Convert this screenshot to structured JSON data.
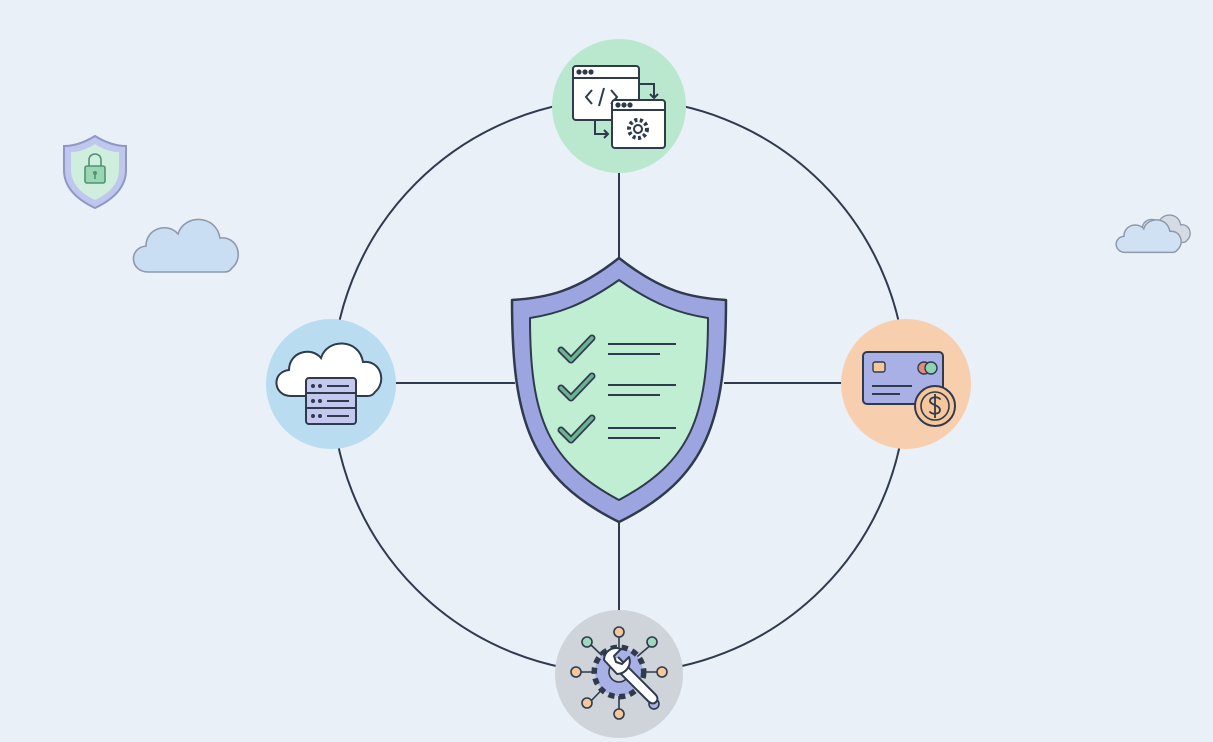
{
  "diagram": {
    "hub": {
      "icon": "shield-checklist-icon",
      "checklist_items": 3
    },
    "nodes": [
      {
        "id": "top",
        "icon": "code-deploy-icon",
        "color": "#b9e8cf"
      },
      {
        "id": "left",
        "icon": "cloud-server-icon",
        "color": "#b9dcf0"
      },
      {
        "id": "right",
        "icon": "payment-card-icon",
        "color": "#f8cfae"
      },
      {
        "id": "bottom",
        "icon": "gear-network-icon",
        "color": "#cfd3da"
      }
    ],
    "decorations": [
      {
        "icon": "lock-shield-icon"
      },
      {
        "icon": "cloud-icon"
      },
      {
        "icon": "cloud-pair-icon"
      }
    ]
  },
  "colors": {
    "background": "#e9f0f8",
    "line": "#2f3a4d",
    "shield_outer": "#9ca5e0",
    "shield_inner": "#bfeed3",
    "check": "#4e9474",
    "ink": "#2f3a4d",
    "cloud_fill": "#c9def2"
  }
}
